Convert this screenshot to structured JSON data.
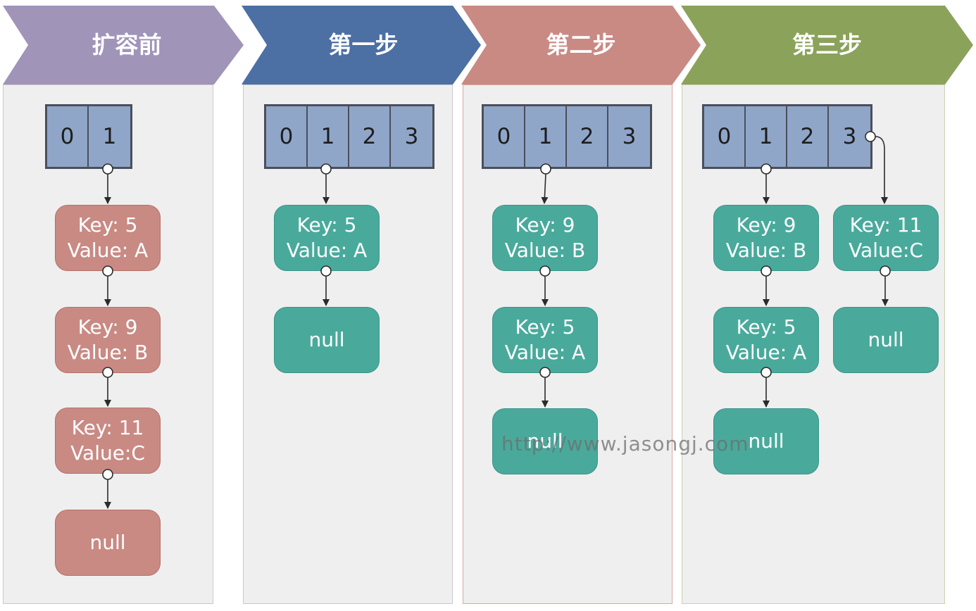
{
  "stages": [
    {
      "title": "扩容前",
      "color": "#a094b9"
    },
    {
      "title": "第一步",
      "color": "#4c6fa4"
    },
    {
      "title": "第二步",
      "color": "#c98a84"
    },
    {
      "title": "第三步",
      "color": "#8ba25b"
    }
  ],
  "arrays": [
    {
      "cells": [
        "0",
        "1"
      ]
    },
    {
      "cells": [
        "0",
        "1",
        "2",
        "3"
      ]
    },
    {
      "cells": [
        "0",
        "1",
        "2",
        "3"
      ]
    },
    {
      "cells": [
        "0",
        "1",
        "2",
        "3"
      ]
    }
  ],
  "nodes": [
    {
      "lines": [
        "Key: 5",
        "Value: A"
      ]
    },
    {
      "lines": [
        "Key: 9",
        "Value: B"
      ]
    },
    {
      "lines": [
        "Key: 11",
        "Value:C"
      ]
    },
    {
      "lines": [
        "null"
      ]
    },
    {
      "lines": [
        "Key: 5",
        "Value: A"
      ]
    },
    {
      "lines": [
        "null"
      ]
    },
    {
      "lines": [
        "Key: 9",
        "Value: B"
      ]
    },
    {
      "lines": [
        "Key: 5",
        "Value: A"
      ]
    },
    {
      "lines": [
        "null"
      ]
    },
    {
      "lines": [
        "Key: 9",
        "Value: B"
      ]
    },
    {
      "lines": [
        "Key: 5",
        "Value: A"
      ]
    },
    {
      "lines": [
        "null"
      ]
    },
    {
      "lines": [
        "Key: 11",
        "Value:C"
      ]
    },
    {
      "lines": [
        "null"
      ]
    }
  ],
  "watermark": "http://www.jasongj.com"
}
